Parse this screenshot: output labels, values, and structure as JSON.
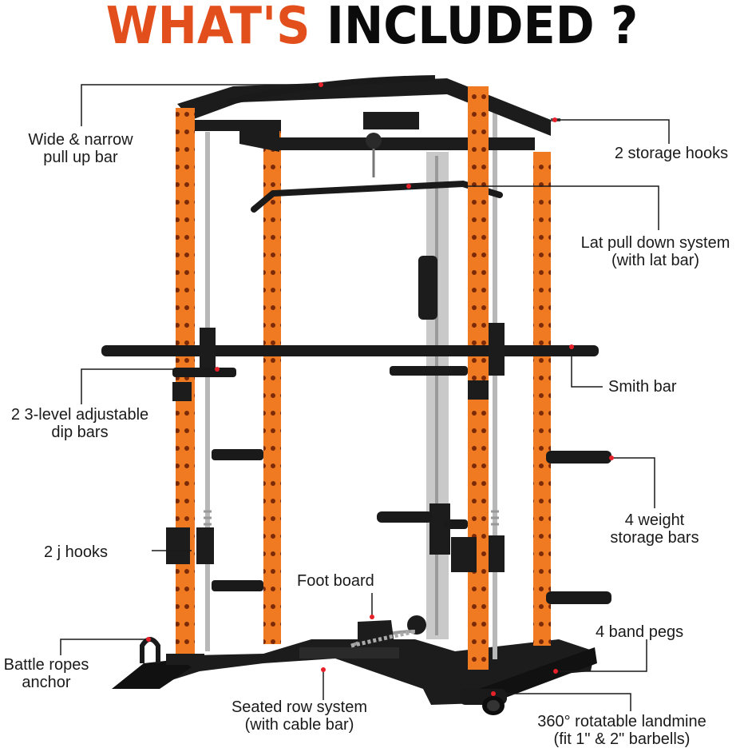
{
  "title": {
    "accent": "WHAT'S",
    "dark": "INCLUDED ?"
  },
  "labels": {
    "pullup": {
      "line1": "Wide & narrow",
      "line2": "pull up bar"
    },
    "storage_hooks": {
      "line1": "2 storage hooks"
    },
    "lat": {
      "line1": "Lat pull down system",
      "line2": "(with lat bar)"
    },
    "smith": {
      "line1": "Smith bar"
    },
    "dip": {
      "line1": "2 3-level adjustable",
      "line2": "dip bars"
    },
    "weight_bars": {
      "line1": "4 weight",
      "line2": "storage bars"
    },
    "j_hooks": {
      "line1": "2 j hooks"
    },
    "foot_board": {
      "line1": "Foot board"
    },
    "band_pegs": {
      "line1": "4 band pegs"
    },
    "battle": {
      "line1": "Battle ropes",
      "line2": "anchor"
    },
    "seated_row": {
      "line1": "Seated row system",
      "line2": "(with cable bar)"
    },
    "landmine": {
      "line1": "360° rotatable landmine",
      "line2": "(fit 1\" & 2\" barbells)"
    }
  },
  "colors": {
    "accent": "#e24f1c",
    "frame_orange": "#f07a22",
    "frame_black": "#1c1c1c",
    "leader": "#1a1a1a",
    "dot": "#e8202a"
  }
}
